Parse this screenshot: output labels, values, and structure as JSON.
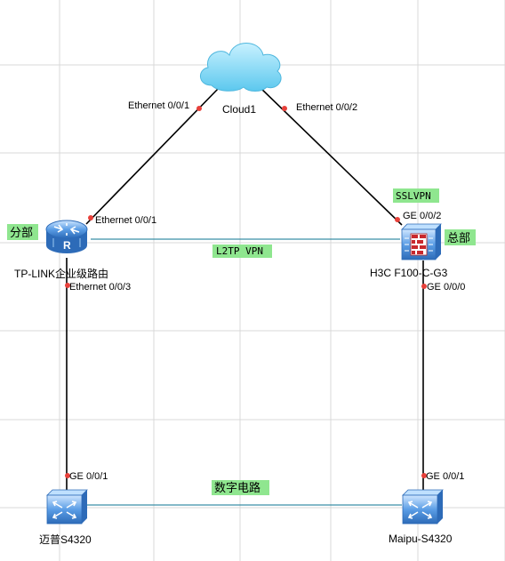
{
  "colors": {
    "grid": "#d9d9d9",
    "link": "#000000",
    "vpn_link": "#3a8fa6",
    "port_dot": "#e8403a",
    "tag_bg": "#8fe68f",
    "device_blue": "#4a8fd6",
    "cloud": "#7fd8f5"
  },
  "devices": {
    "cloud": {
      "name": "Cloud1",
      "icon": "cloud-icon"
    },
    "router": {
      "name": "TP-LINK企业级路由",
      "icon": "router-icon"
    },
    "firewall": {
      "name": "H3C F100-C-G3",
      "icon": "firewall-icon"
    },
    "switch_left": {
      "name": "迈普S4320",
      "icon": "switch-icon"
    },
    "switch_right": {
      "name": "Maipu-S4320",
      "icon": "switch-icon"
    }
  },
  "ports": {
    "cloud_left": "Ethernet 0/0/1",
    "cloud_right": "Ethernet 0/0/2",
    "router_up": "Ethernet 0/0/1",
    "router_down": "Ethernet 0/0/3",
    "firewall_up": "GE 0/0/2",
    "firewall_down": "GE 0/0/0",
    "switch_left_up": "GE 0/0/1",
    "switch_right_up": "GE 0/0/1"
  },
  "tags": {
    "branch": "分部",
    "hq": "总部",
    "sslvpn": "SSLVPN",
    "l2tp": "L2TP VPN",
    "digital_circuit": "数字电路"
  }
}
